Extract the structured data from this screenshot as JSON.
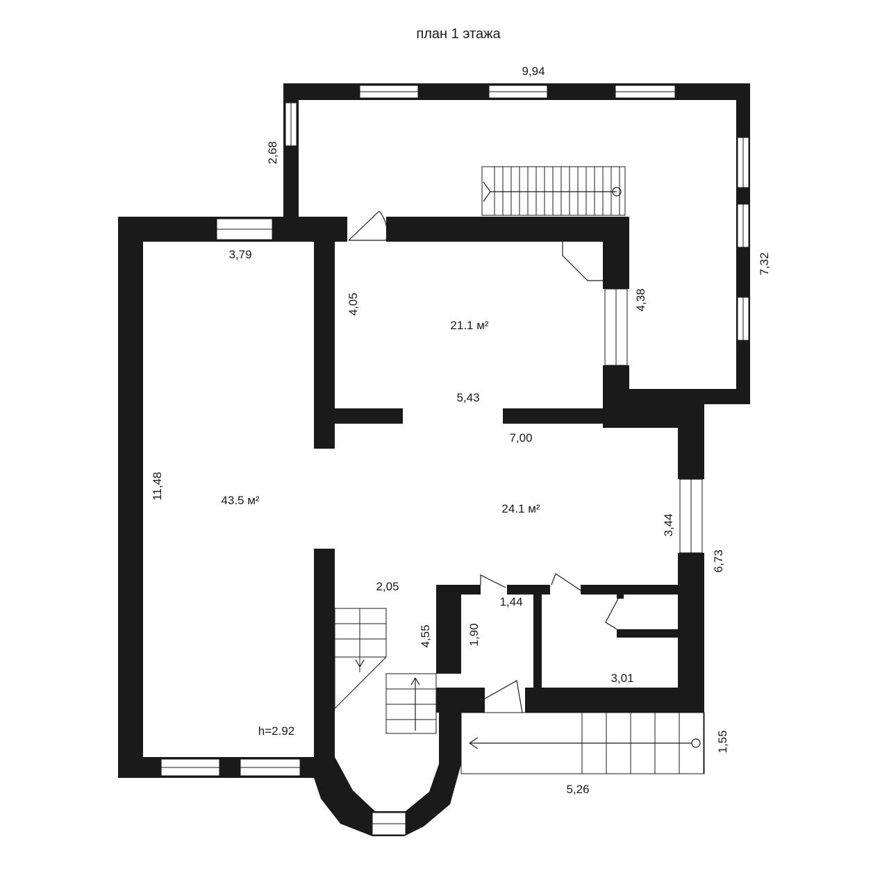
{
  "title": "план 1 этажа",
  "dimensions": {
    "top_width": "9,94",
    "top_left_side": "2,68",
    "right_outer": "7,32",
    "inner_right": "4,38",
    "left_room_width": "3,79",
    "left_room_height": "11,48",
    "room21_height": "4,05",
    "room21_width": "5,43",
    "room24_width": "7,00",
    "room24_right": "3,44",
    "lower_right_height": "6,73",
    "stair_width": "2,05",
    "stair_height": "4,55",
    "small_room_width": "1,44",
    "small_room_height": "1,90",
    "bath_width": "3,01",
    "porch_height": "1,55",
    "porch_width": "5,26"
  },
  "rooms": {
    "left": {
      "area": "43.5 м²",
      "ceiling": "h=2.92"
    },
    "middle_top": {
      "area": "21.1 м²"
    },
    "middle": {
      "area": "24.1 м²"
    }
  }
}
